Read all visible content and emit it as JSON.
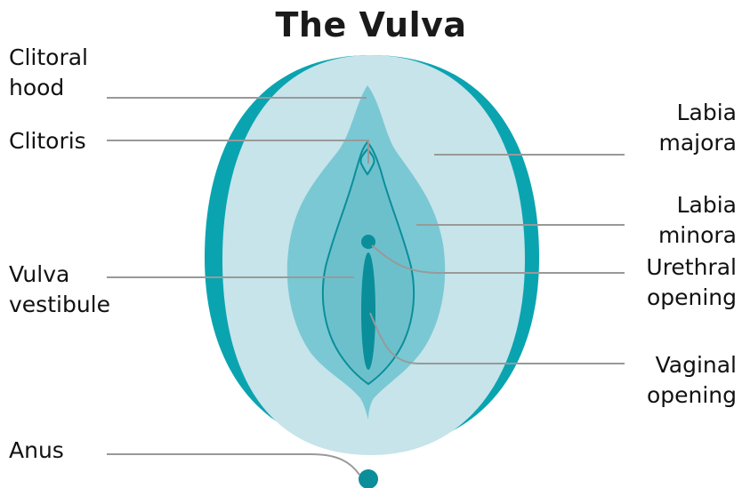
{
  "title": "The Vulva",
  "colors": {
    "outer_ring": "#0aa4b0",
    "labia_majora": "#c6e4ea",
    "labia_minora": "#7ac8d3",
    "vestibule": "#6cc0cc",
    "outline": "#0a8e9a",
    "opening_dark": "#0a8e9a",
    "leader_line": "#999999",
    "text": "#111111"
  },
  "labels": {
    "clitoral_hood": [
      "Clitoral",
      "hood"
    ],
    "clitoris": [
      "Clitoris"
    ],
    "vulva_vestibule": [
      "Vulva",
      "vestibule"
    ],
    "anus": [
      "Anus"
    ],
    "labia_majora": [
      "Labia",
      "majora"
    ],
    "labia_minora": [
      "Labia",
      "minora"
    ],
    "urethral_opening": [
      "Urethral",
      "opening"
    ],
    "vaginal_opening": [
      "Vaginal",
      "opening"
    ]
  }
}
